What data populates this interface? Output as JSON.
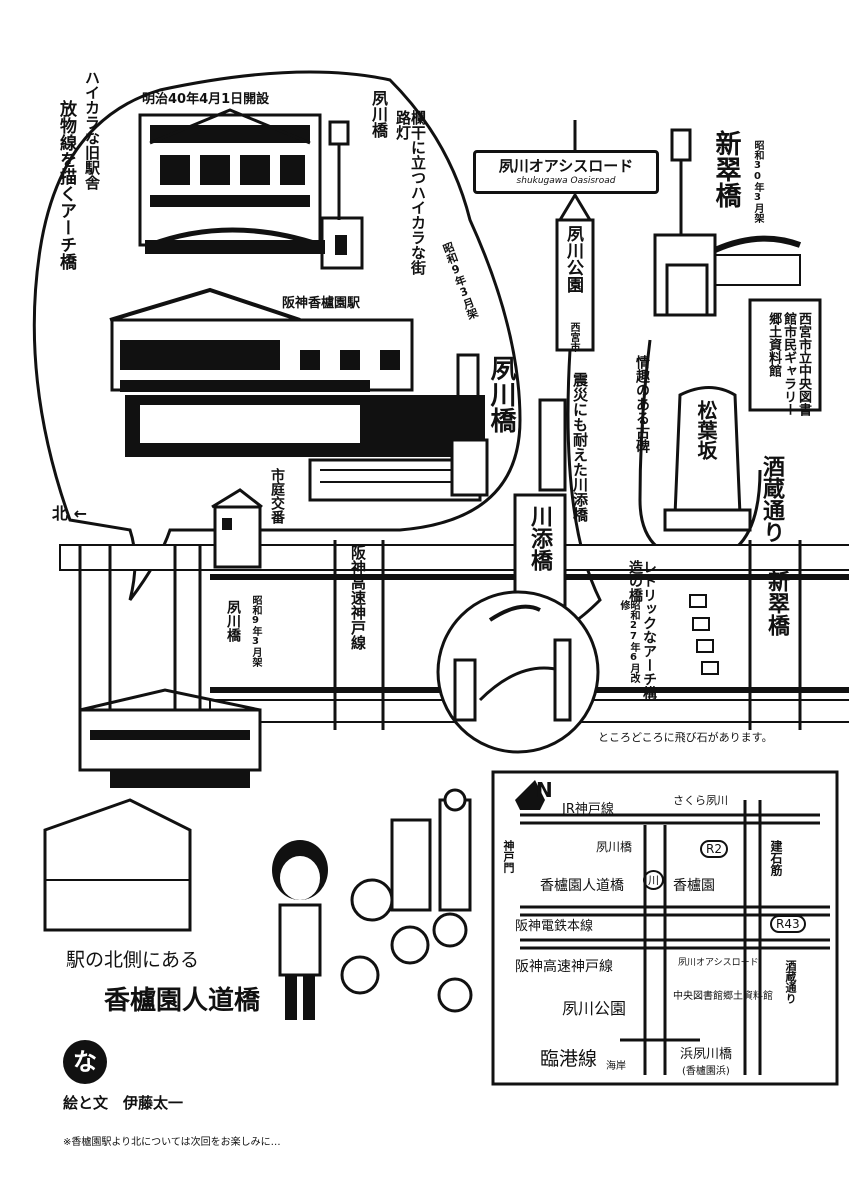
{
  "top_left": {
    "vertical_1": "放物線を描くアーチ橋",
    "vertical_2": "ハイカラな旧駅舎",
    "opened": "明治40年4月1日開設",
    "lamp_vertical_1": "夙川橋",
    "lamp_vertical_2": "欄干に立つハイカラな街路灯",
    "station_label": "阪神香櫨園駅",
    "bridge_date": "昭和9年3月架",
    "bridge_name": "夙川橋"
  },
  "top_center": {
    "road_sign": "夙川オアシスロード",
    "road_sign_en": "shukugawa Oasisroad",
    "park_sign": "夙川公園",
    "park_sub": "西宮市",
    "quake_text": "震災にも耐えた川添橋"
  },
  "top_right": {
    "bridge_name": "新翠橋",
    "bridge_date": "昭和30年3月架",
    "library_text": "西宮市立中央図書館市民ギャラリー郷土資料館",
    "stone_text": "情趣のある古碑",
    "stone_name": "松葉坂",
    "sake_road": "酒蔵通り"
  },
  "middle": {
    "north": "北",
    "police": "市庭交番",
    "shukugawa_bridge": "夙川橋",
    "shukugawa_bridge_date": "昭和9年3月架",
    "highway": "阪神高速神戸線",
    "kawazoe": "川添橋",
    "retro_arch": "レトリックなアーチ構造の橋",
    "retro_date": "昭和27年6月改修",
    "shinsui": "新翠橋",
    "stepping_stones": "ところどころに飛び石があります。"
  },
  "bottom_left": {
    "caption_1": "駅の北側にある",
    "caption_2": "香櫨園人道橋"
  },
  "map": {
    "north": "N",
    "jr": "JR神戸線",
    "sakura": "さくら夙川",
    "shukugawa_bridge": "夙川橋",
    "route2": "R2",
    "kenbashi": "建石筋",
    "kobe_mon": "神戸門",
    "koroen_bridge": "香櫨園人道橋",
    "river_mark": "川",
    "koroen": "香櫨園",
    "hanshin": "阪神電鉄本線",
    "route43": "R43",
    "highway": "阪神高速神戸線",
    "oasis": "夙川オアシスロード",
    "sakagura": "酒蔵通り",
    "park": "夙川公園",
    "library": "中央図書館郷土資料館",
    "rinko": "臨港線",
    "kaigan": "海岸",
    "hama_bridge": "浜夙川橋",
    "hama_sub": "(香櫨園浜)"
  },
  "credits": {
    "logo": "な",
    "author": "絵と文　伊藤太一",
    "note": "※香櫨園駅より北については次回をお楽しみに…"
  }
}
